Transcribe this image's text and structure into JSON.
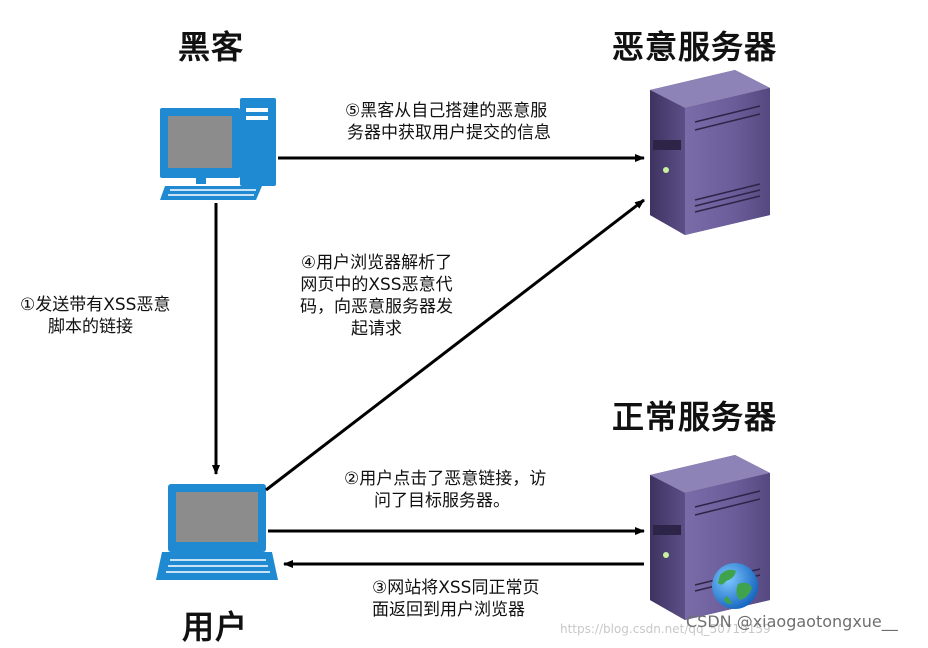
{
  "nodes": {
    "hacker": "黑客",
    "malicious_server": "恶意服务器",
    "normal_server": "正常服务器",
    "user": "用户"
  },
  "steps": {
    "s1": [
      "①发送带有XSS恶意",
      "脚本的链接"
    ],
    "s2": [
      "②用户点击了恶意链接，访",
      "问了目标服务器。"
    ],
    "s3": [
      "③网站将XSS同正常页",
      "面返回到用户浏览器"
    ],
    "s4": [
      "④用户浏览器解析了",
      "网页中的XSS恶意代",
      "码，向恶意服务器发",
      "起请求"
    ],
    "s5": [
      "⑤黑客从自己搭建的恶意服",
      "务器中获取用户提交的信息"
    ]
  },
  "watermark": {
    "faint_url": "https://blog.csdn.net/qq_50719159",
    "csdn": "CSDN @xiaogaotongxue__"
  },
  "colors": {
    "computer_blue": "#1f8ad1",
    "screen_gray": "#8c8c8c",
    "server_purple": "#5a4d86",
    "arrow": "#000000"
  },
  "icons": {
    "hacker_pc": "desktop-computer-icon",
    "user_pc": "laptop-icon",
    "server": "server-tower-icon",
    "globe": "globe-icon"
  }
}
